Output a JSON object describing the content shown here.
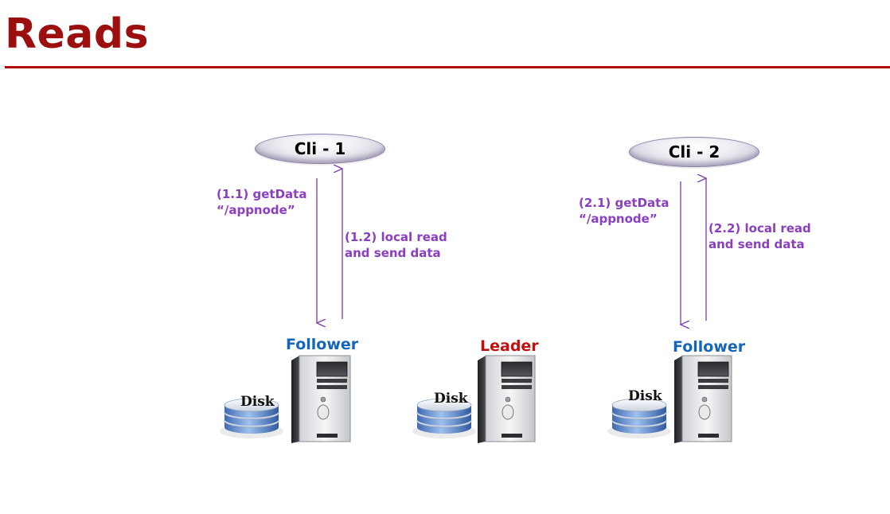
{
  "title": "Reads",
  "clients": [
    {
      "label": "Cli - 1"
    },
    {
      "label": "Cli - 2"
    }
  ],
  "arrows": {
    "c1_request": [
      "(1.1) getData",
      "“/appnode”"
    ],
    "c1_response": [
      "(1.2) local read",
      "and send data"
    ],
    "c2_request": [
      "(2.1) getData",
      "“/appnode”"
    ],
    "c2_response": [
      "(2.2) local read",
      "and send data"
    ]
  },
  "servers": [
    {
      "role": "Follower",
      "disk": "Disk"
    },
    {
      "role": "Leader",
      "disk": "Disk"
    },
    {
      "role": "Follower",
      "disk": "Disk"
    }
  ],
  "colors": {
    "title": "#9b0f0f",
    "arrow_label": "#8a3ec0",
    "follower": "#1565b8",
    "leader": "#c01010"
  }
}
